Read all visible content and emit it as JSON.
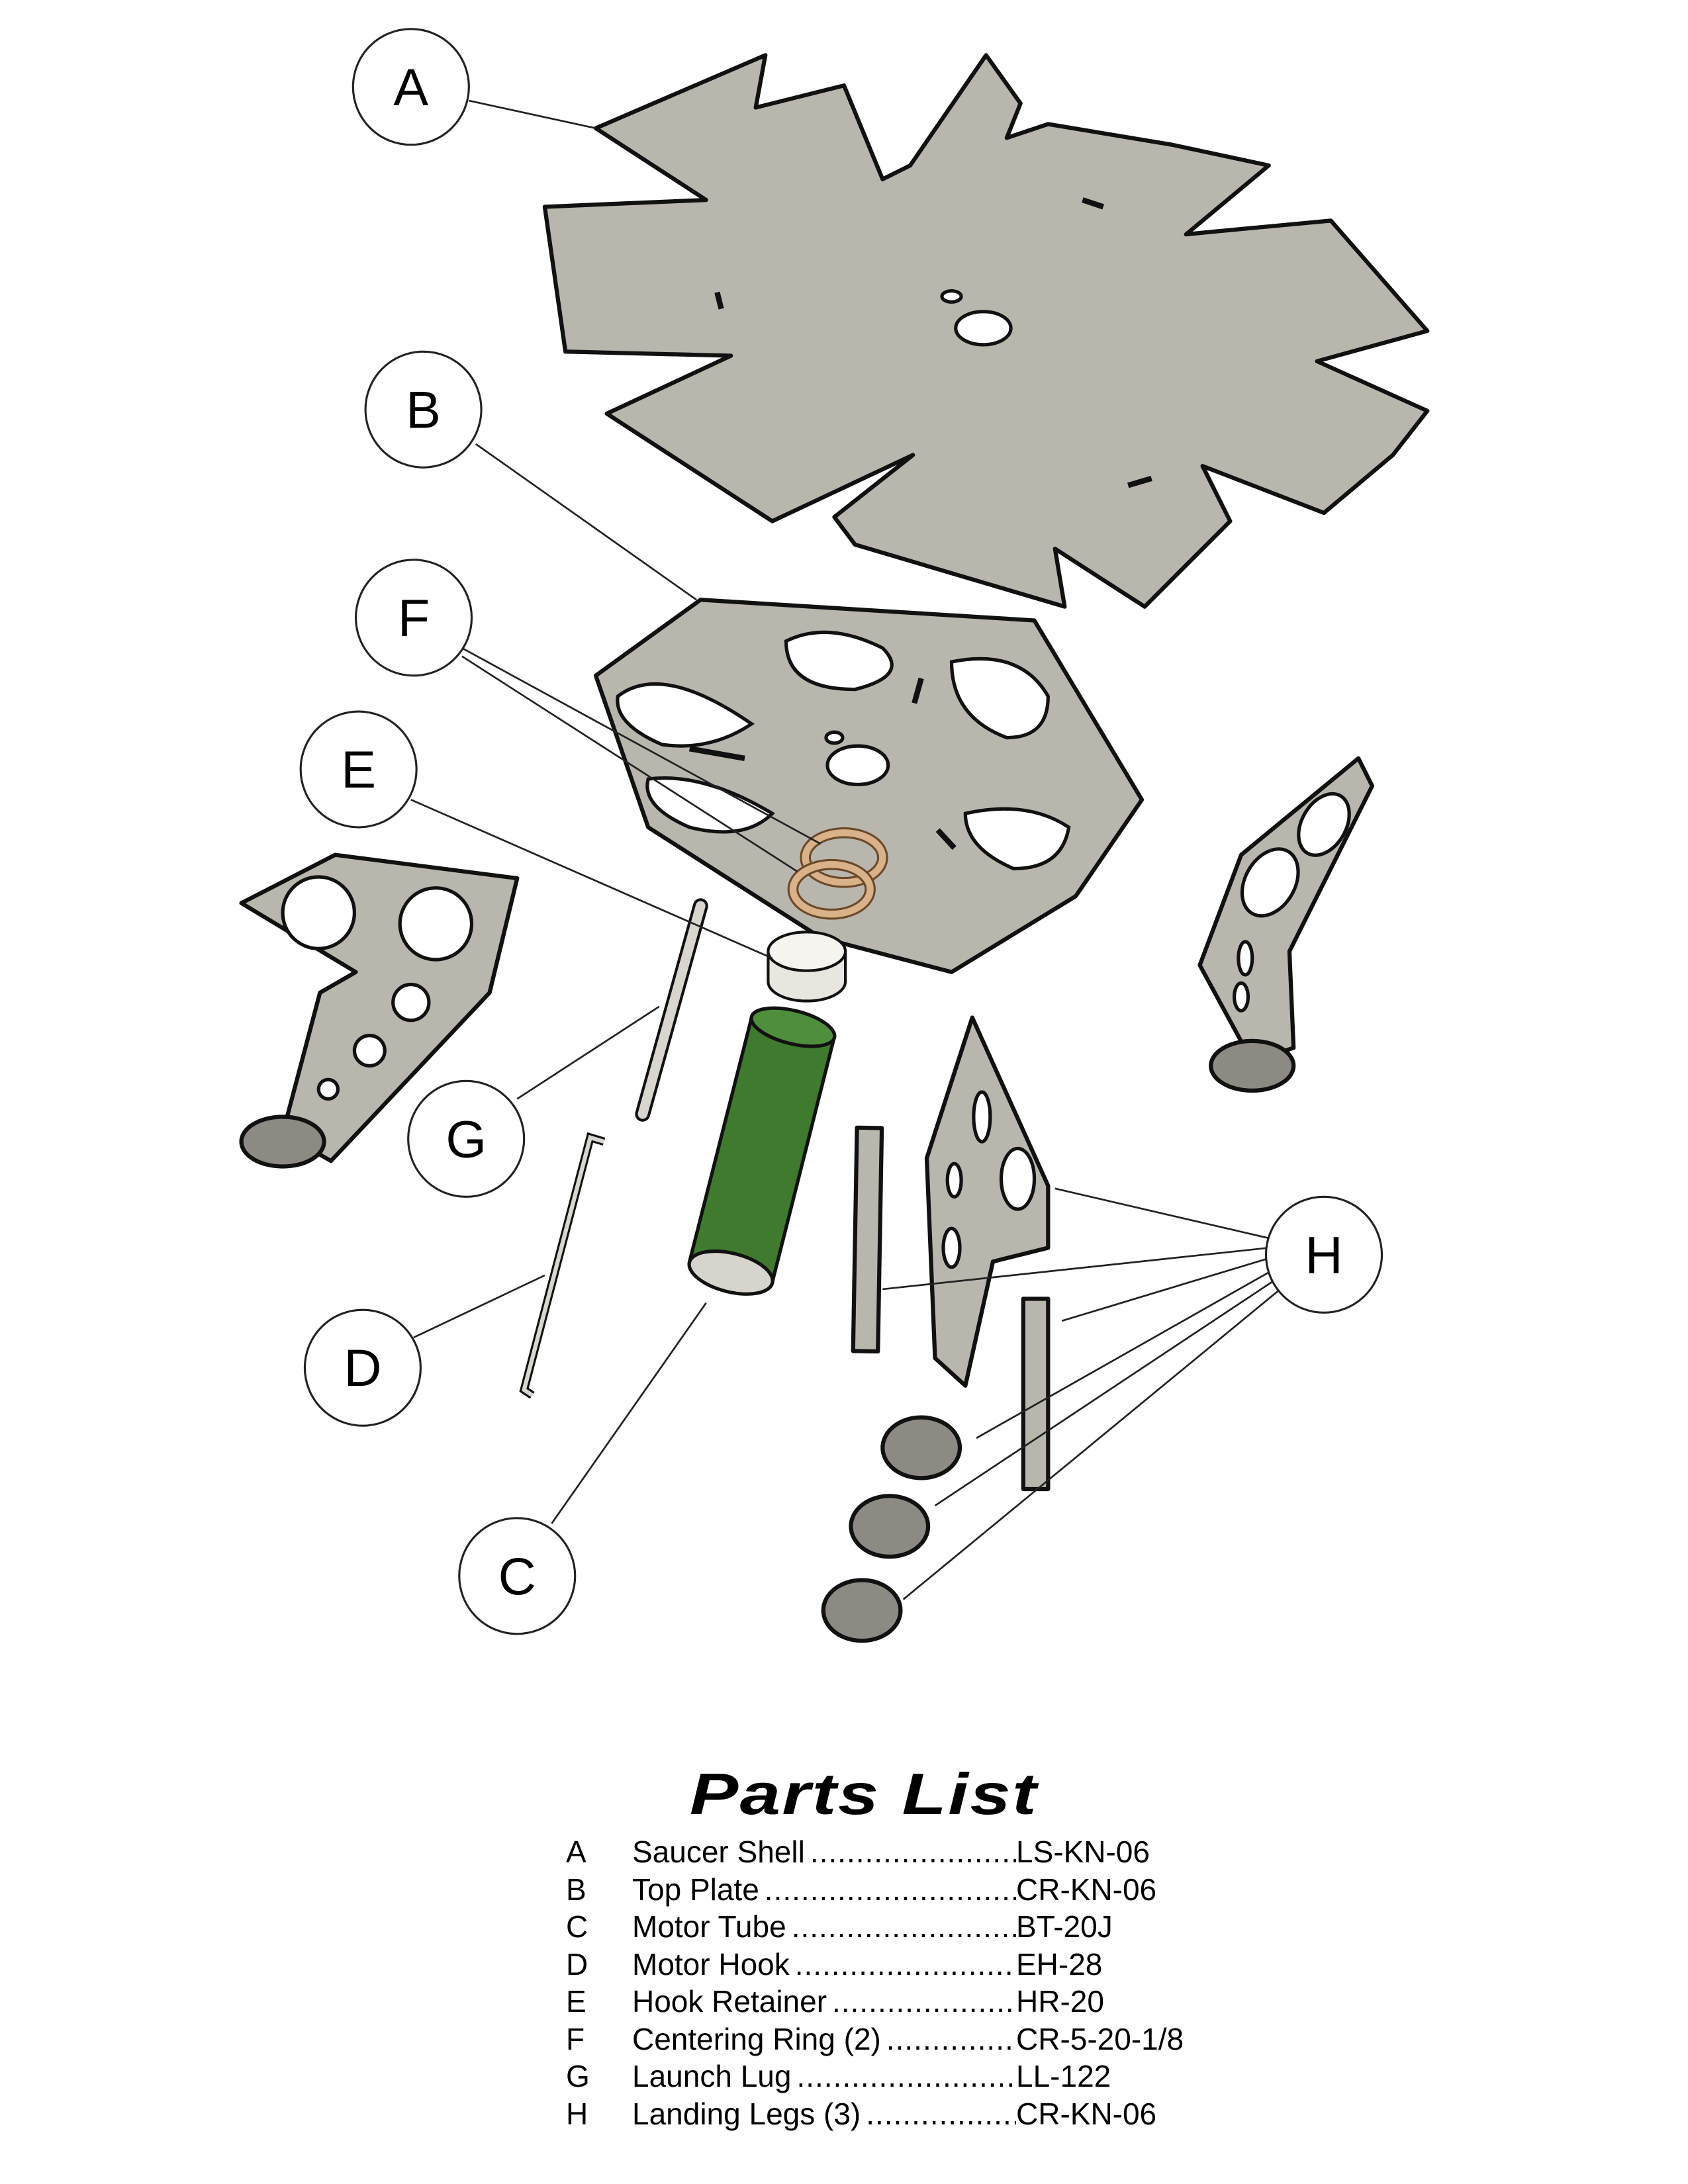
{
  "callouts": [
    "A",
    "B",
    "C",
    "D",
    "E",
    "F",
    "G",
    "H"
  ],
  "parts_list": {
    "title": "Parts List",
    "items": [
      {
        "letter": "A",
        "name": "Saucer Shell",
        "code": "LS-KN-06"
      },
      {
        "letter": "B",
        "name": "Top Plate",
        "code": "CR-KN-06"
      },
      {
        "letter": "C",
        "name": "Motor Tube",
        "code": "BT-20J"
      },
      {
        "letter": "D",
        "name": "Motor Hook",
        "code": "EH-28"
      },
      {
        "letter": "E",
        "name": "Hook Retainer",
        "code": "HR-20"
      },
      {
        "letter": "F",
        "name": "Centering Ring (2)",
        "code": "CR-5-20-1/8"
      },
      {
        "letter": "G",
        "name": "Launch Lug",
        "code": "LL-122"
      },
      {
        "letter": "H",
        "name": "Landing Legs (3)",
        "code": "CR-KN-06"
      }
    ]
  },
  "colors": {
    "part_gray": "#b9b6ae",
    "motor_tube_green": "#3f7a2f",
    "ring_tan": "#d9b28a"
  }
}
